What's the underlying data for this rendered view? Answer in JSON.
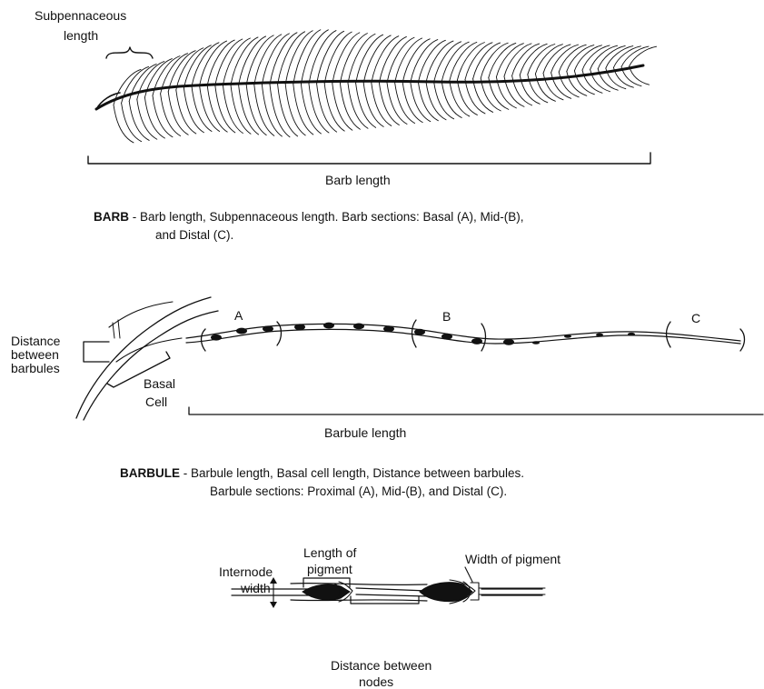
{
  "barb": {
    "subpennaceous_line1": "Subpennaceous",
    "subpennaceous_line2": "length",
    "barb_length": "Barb length",
    "caption_bold": "BARB",
    "caption_line1": " - Barb length, Subpennaceous length.  Barb sections: Basal (A), Mid-(B),",
    "caption_line2": "and Distal (C)."
  },
  "barbule": {
    "section_a": "A",
    "section_b": "B",
    "section_c": "C",
    "distance_line1": "Distance",
    "distance_line2": "between",
    "distance_line3": "barbules",
    "basal_line1": "Basal",
    "basal_line2": "Cell",
    "barbule_length": "Barbule length",
    "caption_bold": "BARBULE",
    "caption_line1": " - Barbule length, Basal cell length, Distance between barbules.",
    "caption_line2": "Barbule sections: Proximal (A), Mid-(B), and Distal (C)."
  },
  "node": {
    "length_line1": "Length of",
    "length_line2": "pigment",
    "internode_line1": "Internode",
    "internode_line2": "width",
    "width_pigment": "Width of pigment",
    "distance_line1": "Distance between",
    "distance_line2": "nodes"
  }
}
